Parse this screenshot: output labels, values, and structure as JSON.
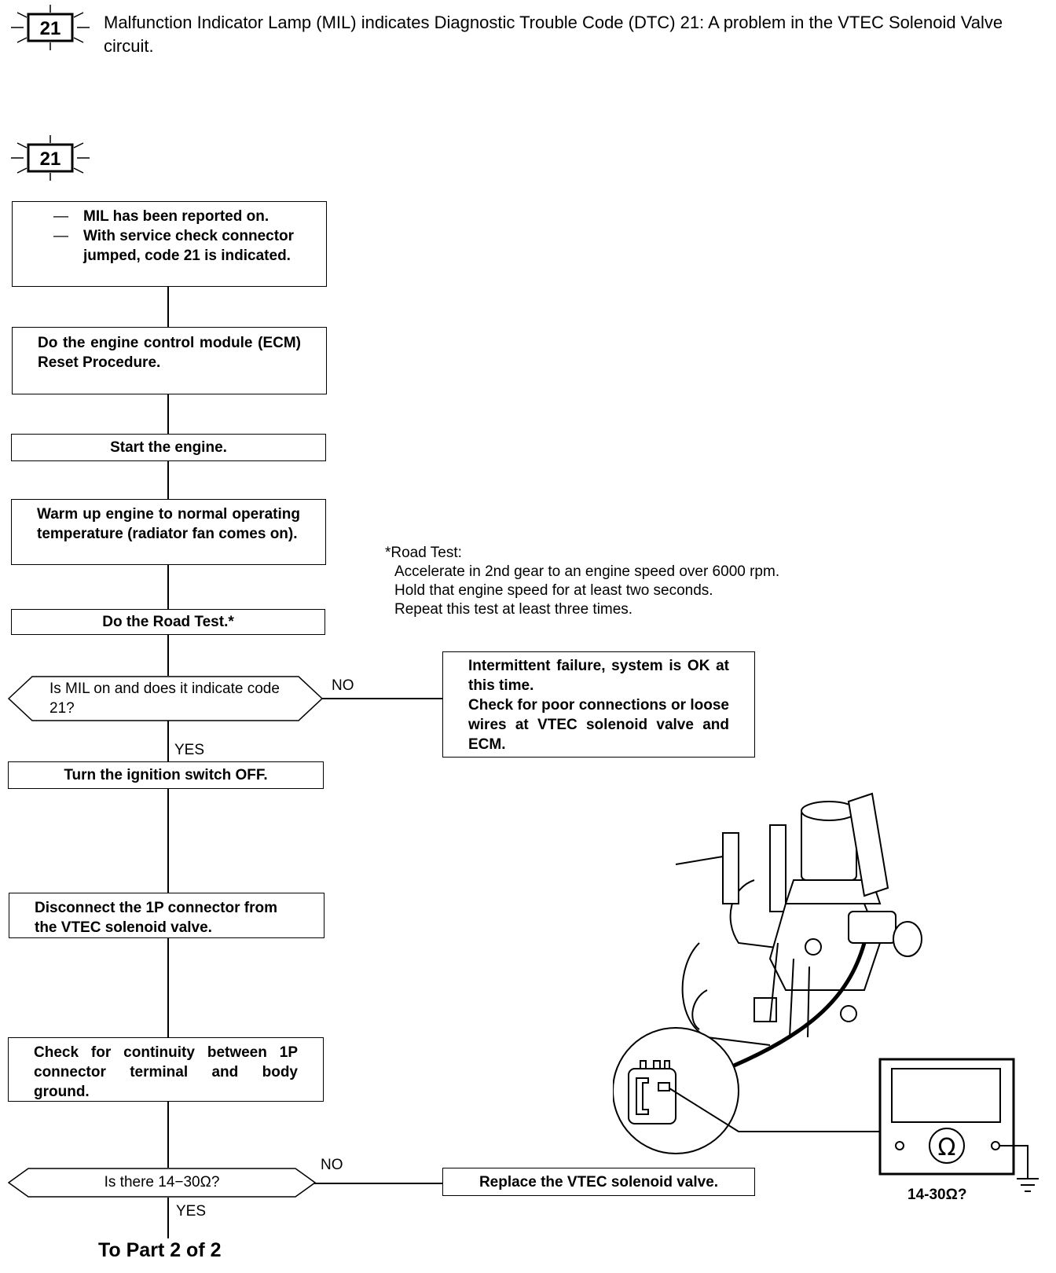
{
  "header": {
    "badge_code": "21",
    "description": "Malfunction Indicator Lamp (MIL) indicates Diagnostic Trouble Code (DTC) 21: A problem in the VTEC Solenoid Valve circuit."
  },
  "flow_badge_code": "21",
  "steps": {
    "reported": [
      "MIL has been reported on.",
      "With service check connector jumped, code 21 is indicated."
    ],
    "ecm_reset": "Do the engine control module (ECM) Reset Procedure.",
    "start_engine": "Start the engine.",
    "warm_up": "Warm up engine to normal operating temperature (radiator fan comes on).",
    "road_test": "Do the Road Test.*",
    "decision_mil": "Is MIL on and does it indicate code 21?",
    "ignition_off": "Turn the ignition switch OFF.",
    "disconnect": "Disconnect the 1P connector from the VTEC solenoid valve.",
    "continuity": "Check for continuity between 1P connector terminal and body ground.",
    "decision_ohm": "Is there 14−30Ω?",
    "intermittent": [
      "Intermittent failure, system is OK at this time.",
      "Check for poor connections or loose wires at VTEC solenoid valve and ECM."
    ],
    "replace": "Replace the VTEC solenoid valve.",
    "to_part": "To Part 2 of 2"
  },
  "labels": {
    "no_1": "NO",
    "yes_1": "YES",
    "no_2": "NO",
    "yes_2": "YES"
  },
  "road_test_note": {
    "title": "*Road Test:",
    "lines": [
      "Accelerate in 2nd gear to an engine speed over 6000 rpm.",
      "Hold that engine speed for at least two seconds.",
      "Repeat this test at least three times."
    ]
  },
  "illustration": {
    "ohm_label": "14-30Ω?"
  }
}
